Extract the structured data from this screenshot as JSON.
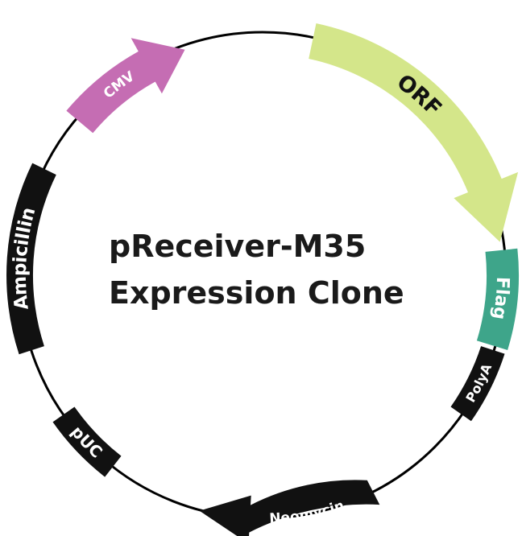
{
  "plasmid": {
    "title_line1": "pReceiver-M35",
    "title_line2": "Expression Clone"
  },
  "features": [
    {
      "id": "cmv",
      "label": "CMV",
      "color": "#c56db3",
      "text_color": "#ffffff",
      "shape": "arrow-clockwise"
    },
    {
      "id": "orf",
      "label": "ORF",
      "color": "#d4e68a",
      "text_color": "#111111",
      "shape": "arrow-clockwise"
    },
    {
      "id": "flag",
      "label": "Flag",
      "color": "#3ea58a",
      "text_color": "#ffffff",
      "shape": "box"
    },
    {
      "id": "polya",
      "label": "PolyA",
      "color": "#111111",
      "text_color": "#ffffff",
      "shape": "box"
    },
    {
      "id": "neomycin",
      "label": "Neomycin",
      "color": "#111111",
      "text_color": "#ffffff",
      "shape": "arrow-counterclockwise"
    },
    {
      "id": "puc",
      "label": "pUC",
      "color": "#111111",
      "text_color": "#ffffff",
      "shape": "box"
    },
    {
      "id": "ampicillin",
      "label": "Ampicillin",
      "color": "#111111",
      "text_color": "#ffffff",
      "shape": "box"
    }
  ],
  "backbone_color": "#000000"
}
